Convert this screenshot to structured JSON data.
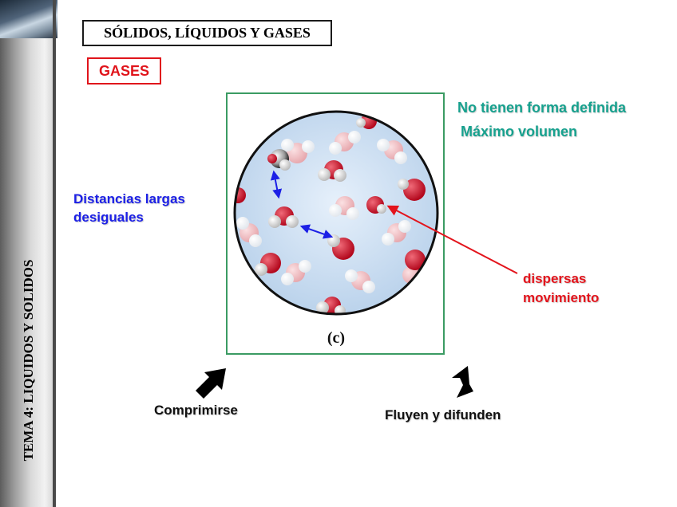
{
  "sidebar": {
    "vertical_title": "TEMA 4: LIQUIDOS Y SOLIDOS"
  },
  "header": {
    "title": "SÓLIDOS, LÍQUIDOS Y GASES",
    "subtitle": "GASES"
  },
  "figure": {
    "caption": "(c)"
  },
  "labels": {
    "shape": "No tienen forma definida",
    "volume": "Máximo volumen",
    "distances_line1": "Distancias largas",
    "distances_line2": "desiguales",
    "dispersed_line1": "dispersas",
    "dispersed_line2": "movimiento",
    "compress": "Comprimirse",
    "flow": "Fluyen y difunden"
  },
  "colors": {
    "teal": "#17a18e",
    "blue": "#1c20e6",
    "red": "#e3141c",
    "frame_green": "#3b9b63"
  }
}
